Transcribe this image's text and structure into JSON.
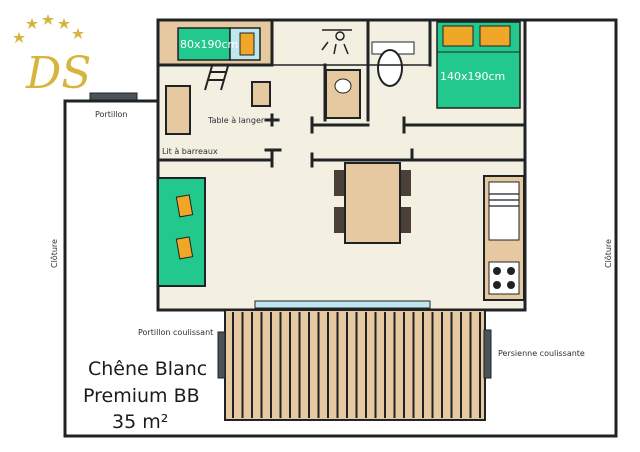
{
  "logo": {
    "text": "DS",
    "stars": 5,
    "color": "#d7b43c"
  },
  "labels": {
    "bunk_bed": "80x190cm",
    "double_bed": "140x190cm",
    "changing_table": "Table à langer",
    "crib": "Lit à barreaux",
    "gate": "Portillon",
    "fence_left": "Clôture",
    "fence_right": "Clôture",
    "sliding_gate": "Portillon coulissant",
    "sliding_shutter": "Persienne coulissante"
  },
  "title": {
    "line1": "Chêne Blanc",
    "line2": "Premium BB",
    "area": "35 m²"
  },
  "colors": {
    "floor": "#f3f0e1",
    "wood": "#e6c9a0",
    "bed": "#22c88c",
    "pillow": "#f0a626",
    "wall": "#1f2326",
    "gate": "#4a5358",
    "glass": "#bfe8ee"
  }
}
